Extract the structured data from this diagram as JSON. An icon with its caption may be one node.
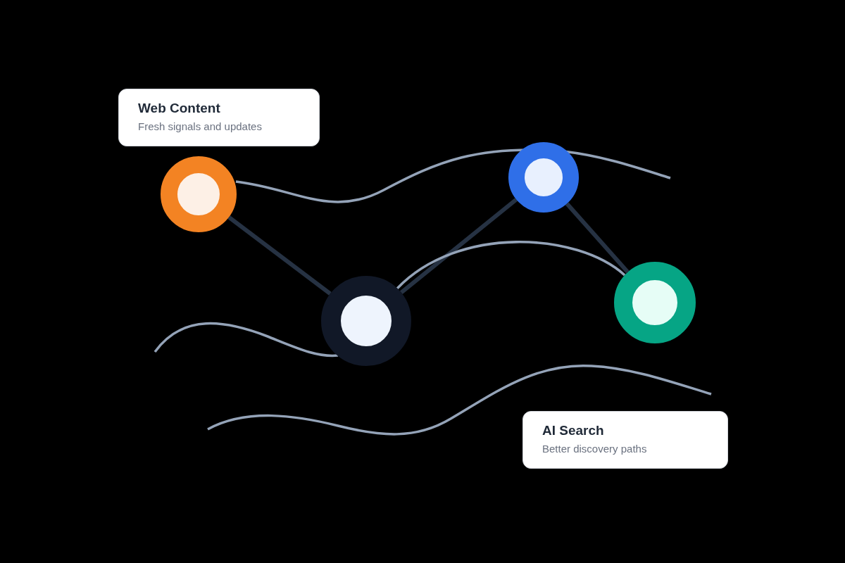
{
  "diagram": {
    "nodes": [
      {
        "text": [
          "Web Content",
          "Fresh signals and updates"
        ]
      },
      {
        "text": [],
        "shape": "circle"
      },
      {
        "text": [],
        "shape": "circle"
      },
      {
        "text": [],
        "shape": "circle"
      },
      {
        "text": [],
        "shape": "circle"
      },
      {
        "text": [
          "AI Search",
          "Better discovery paths"
        ]
      }
    ],
    "edges": [
      {
        "from": 1,
        "to": 2,
        "arrow": "none"
      },
      {
        "from": 2,
        "to": 3,
        "arrow": "none"
      },
      {
        "from": 3,
        "to": 4,
        "arrow": "none"
      },
      {
        "from": 2,
        "to": 4,
        "arrow": "none",
        "color": "#94a3b8"
      }
    ]
  }
}
